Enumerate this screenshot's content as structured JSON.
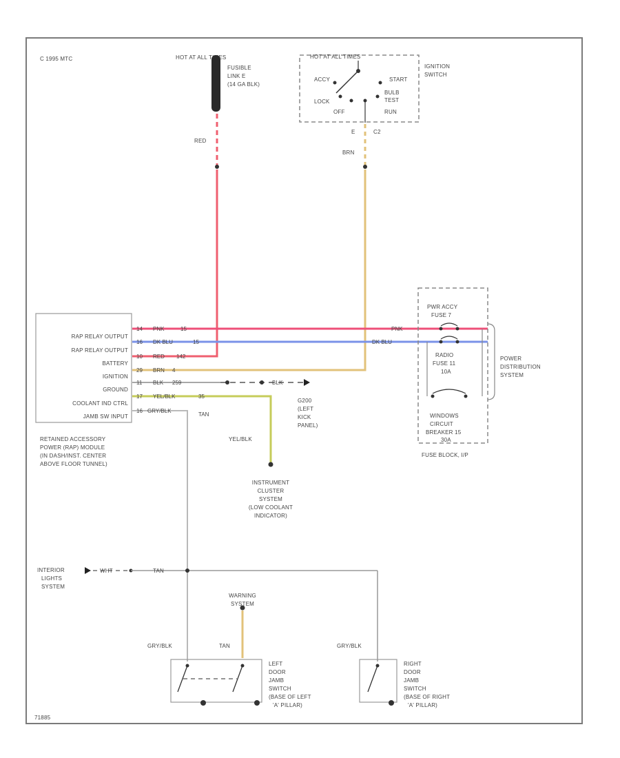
{
  "copyright": "C 1995 MTC",
  "figure_id": "71885",
  "fusible_link": {
    "hot_at": "HOT AT ALL TIMES",
    "lines": [
      "FUSIBLE",
      "LINK E",
      "(14 GA BLK)"
    ],
    "wire_color": "RED"
  },
  "ignition_switch": {
    "hot_at": "HOT AT ALL TIMES",
    "lines": [
      "IGNITION",
      "SWITCH"
    ],
    "positions": [
      "ACCY",
      "LOCK",
      "OFF",
      "START",
      "BULB",
      "TEST",
      "RUN"
    ],
    "terminals": [
      "E",
      "C2"
    ],
    "wire_color": "BRN"
  },
  "module": {
    "pins": [
      {
        "label": "RAP RELAY OUTPUT",
        "num": "14",
        "wire": "PNK",
        "circuit": "15"
      },
      {
        "label": "RAP RELAY OUTPUT",
        "num": "16",
        "wire": "DK BLU",
        "circuit": "15"
      },
      {
        "label": "BATTERY",
        "num": "10",
        "wire": "RED",
        "circuit": "142"
      },
      {
        "label": "IGNITION",
        "num": "29",
        "wire": "BRN",
        "circuit": "4"
      },
      {
        "label": "GROUND",
        "num": "11",
        "wire": "BLK",
        "circuit": "259"
      },
      {
        "label": "COOLANT IND CTRL",
        "num": "17",
        "wire": "YEL/BLK",
        "circuit": "35"
      },
      {
        "label": "JAMB SW INPUT",
        "num": "16",
        "wire": "GRY/BLK",
        "circuit": "TAN"
      }
    ],
    "caption": [
      "RETAINED ACCESSORY",
      "POWER (RAP) MODULE",
      "(IN DASH/INST. CENTER",
      "ABOVE FLOOR TUNNEL)"
    ]
  },
  "ground": {
    "wire": "BLK",
    "lines": [
      "G200",
      "(LEFT",
      "KICK",
      "PANEL)"
    ]
  },
  "fuse_block": {
    "items": [
      "PWR ACCY",
      "FUSE 7",
      "RADIO",
      "FUSE 11",
      "10A",
      "WINDOWS",
      "CIRCUIT",
      "BREAKER 15",
      "30A"
    ],
    "wire_pnk": "PNK",
    "wire_dkblu": "DK BLU",
    "title": "FUSE BLOCK, I/P",
    "pds": [
      "POWER",
      "DISTRIBUTION",
      "SYSTEM"
    ]
  },
  "instrument_cluster": {
    "wire": "YEL/BLK",
    "lines": [
      "INSTRUMENT",
      "CLUSTER",
      "SYSTEM",
      "(LOW COOLANT",
      "INDICATOR)"
    ]
  },
  "interior_lights": {
    "lines": [
      "INTERIOR",
      "LIGHTS",
      "SYSTEM"
    ],
    "wire1": "WHT",
    "wire2": "TAN"
  },
  "warning_system": {
    "lines": [
      "WARNING",
      "SYSTEM"
    ],
    "wire": "TAN"
  },
  "left_jamb": {
    "wire": "GRY/BLK",
    "lines": [
      "LEFT",
      "DOOR",
      "JAMB",
      "SWITCH",
      "(BASE OF LEFT",
      "'A' PILLAR)"
    ]
  },
  "right_jamb": {
    "wire": "GRY/BLK",
    "lines": [
      "RIGHT",
      "DOOR",
      "JAMB",
      "SWITCH",
      "(BASE OF RIGHT",
      "'A' PILLAR)"
    ]
  },
  "colors": {
    "red": "#ef5f6f",
    "pink": "#ee4f78",
    "blue": "#7a92e8",
    "tan": "#e2c27a",
    "yellow": "#c6cc5a",
    "gray": "#b9b9b9",
    "frame": "#7a7a7a"
  }
}
